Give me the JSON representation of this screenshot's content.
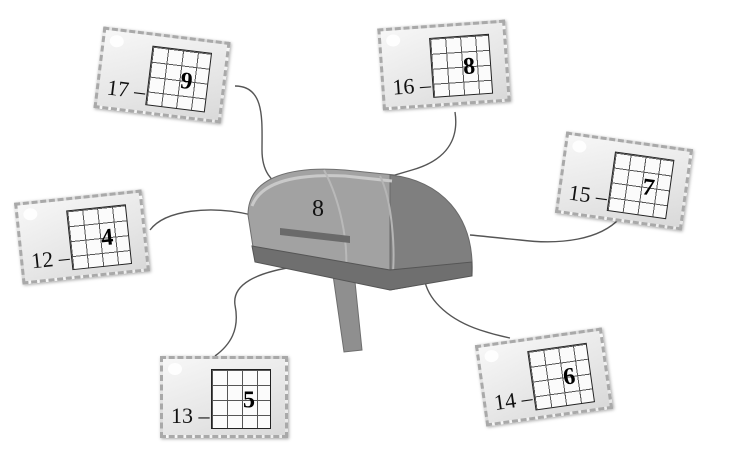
{
  "mailbox": {
    "number": "8"
  },
  "cards": [
    {
      "id": "17",
      "expression": "17 –",
      "answer": "9"
    },
    {
      "id": "16",
      "expression": "16 –",
      "answer": "8"
    },
    {
      "id": "15",
      "expression": "15 –",
      "answer": "7"
    },
    {
      "id": "12",
      "expression": "12 –",
      "answer": "4"
    },
    {
      "id": "13",
      "expression": "13 –",
      "answer": "5"
    },
    {
      "id": "14",
      "expression": "14 –",
      "answer": "6"
    }
  ],
  "colors": {
    "mailbox": "#8a8a8a",
    "card_border": "#a9a9a9",
    "line": "#555555"
  },
  "icons": {
    "mailbox": "mailbox-icon",
    "post": "post-icon"
  }
}
